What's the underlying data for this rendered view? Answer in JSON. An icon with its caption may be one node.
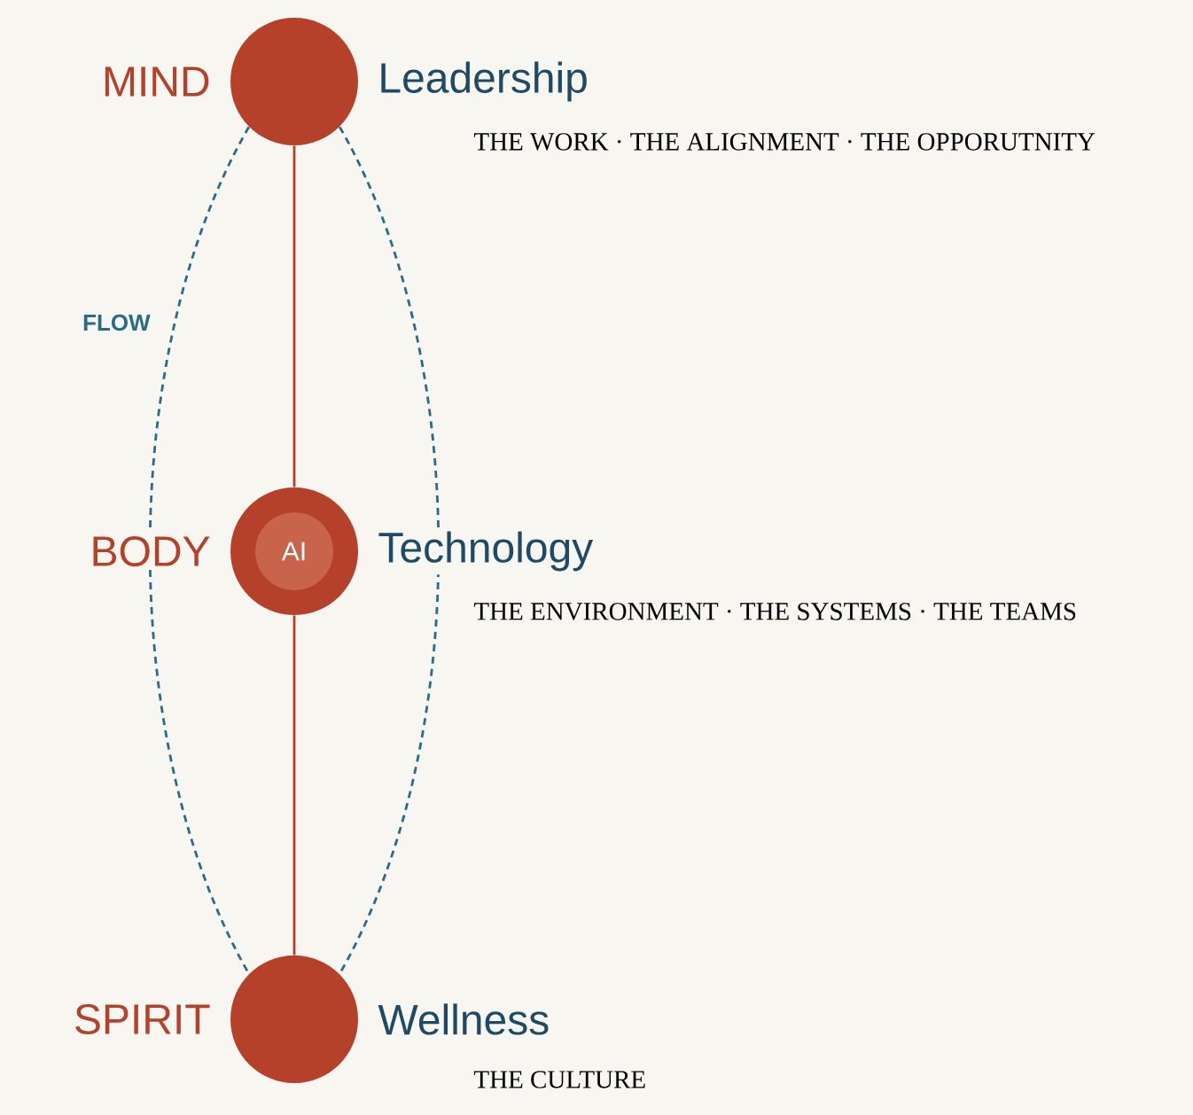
{
  "diagram": {
    "nodes": [
      {
        "text": [],
        "shape": "circle",
        "beside": [
          "MIND",
          "Leadership",
          "THE WORK · THE ALIGNMENT · THE OPPORUTNITY"
        ]
      },
      {
        "text": [],
        "shape": "circle",
        "beside": [
          "BODY",
          "Technology",
          "THE ENVIRONMENT · THE SYSTEMS · THE TEAMS"
        ]
      },
      {
        "text": [
          "AI"
        ],
        "in": 1
      },
      {
        "text": [],
        "shape": "circle",
        "beside": [
          "SPIRIT",
          "Wellness",
          "THE CULTURE"
        ]
      }
    ],
    "edges": [
      {
        "from": 0,
        "to": 1,
        "arrow": "none"
      },
      {
        "from": 1,
        "to": 3,
        "arrow": "none"
      },
      {
        "from": 0,
        "to": 3,
        "arrow": "none",
        "style": "dashed",
        "color": "#2a6b8a",
        "label": "FLOW"
      },
      {
        "from": 0,
        "to": 3,
        "arrow": "none",
        "style": "dashed",
        "color": "#2a6b8a"
      }
    ]
  }
}
